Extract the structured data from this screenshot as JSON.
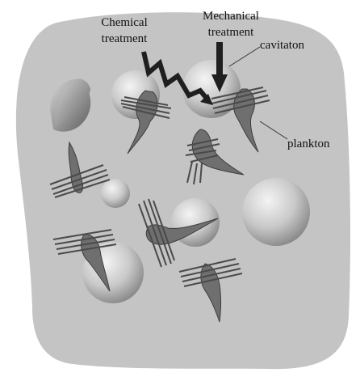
{
  "labels": {
    "chemical_line1": "Chemical",
    "chemical_line2": "treatment",
    "mechanical_line1": "Mechanical",
    "mechanical_line2": "treatment",
    "cavitation": "cavitaton",
    "plankton": "plankton"
  },
  "colors": {
    "background_blob": "#c4c4c4",
    "bubble_light": "#f3f3f3",
    "bubble_dark": "#8c8c8c",
    "organism": "#6f6f6f",
    "arrow": "#1f1f1f"
  }
}
